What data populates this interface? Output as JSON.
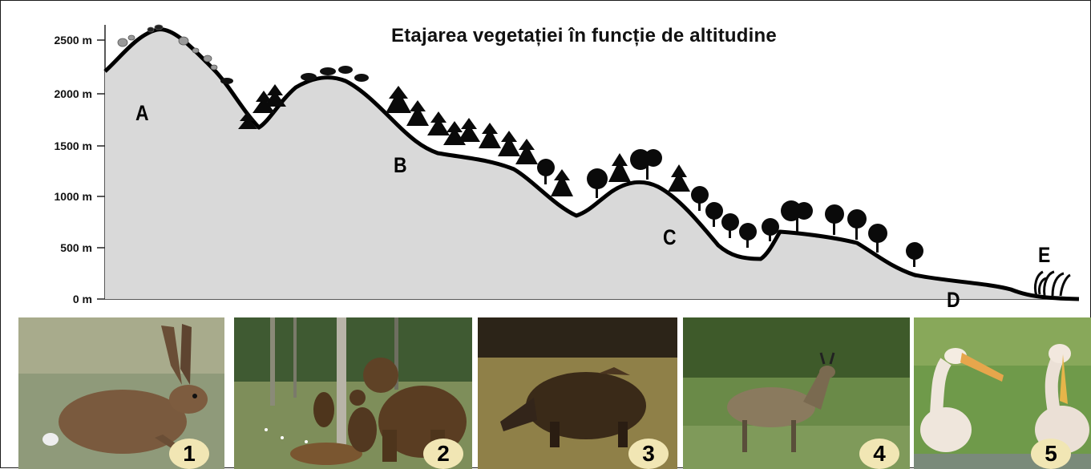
{
  "title": "Etajarea vegetației în funcție de altitudine",
  "altitude_axis": {
    "ticks": [
      "2500 m",
      "2000 m",
      "1500 m",
      "1000 m",
      "500 m",
      "0 m"
    ]
  },
  "zones": [
    "A",
    "B",
    "C",
    "D",
    "E"
  ],
  "photos": [
    {
      "number": "1",
      "subject": "hare-photo"
    },
    {
      "number": "2",
      "subject": "brown-bears-photo"
    },
    {
      "number": "3",
      "subject": "wild-boar-photo"
    },
    {
      "number": "4",
      "subject": "chamois-photo"
    },
    {
      "number": "5",
      "subject": "pelicans-photo"
    }
  ],
  "colors": {
    "mountain_fill": "#d9d9d9",
    "ridge_line": "#000000",
    "badge": "#f1e6b4"
  }
}
